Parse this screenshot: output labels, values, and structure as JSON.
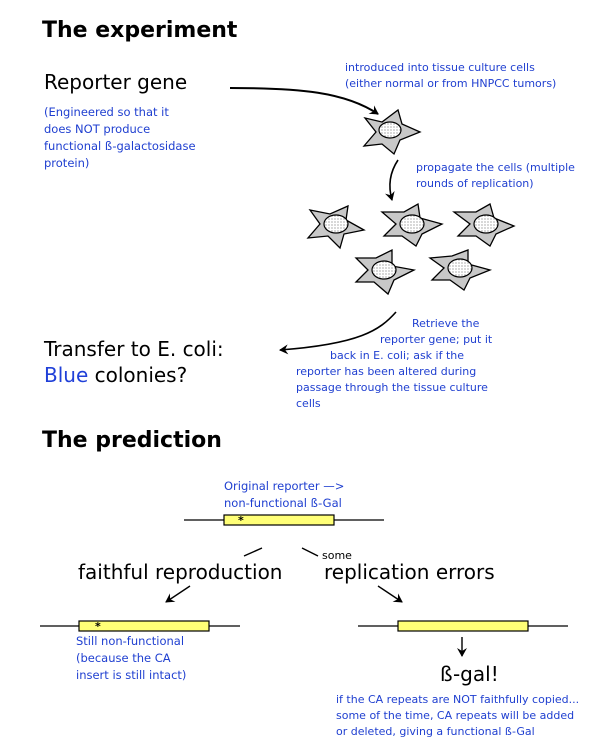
{
  "experiment": {
    "heading": "The experiment",
    "reporter_gene": "Reporter gene",
    "reporter_note": [
      "(Engineered so that it",
      "does NOT produce",
      "functional ß-galactosidase",
      "protein)"
    ],
    "introduced_note": [
      "introduced into tissue culture cells",
      "(either normal or from HNPCC tumors)"
    ],
    "propagate_note": [
      "propagate the cells (multiple",
      "rounds of replication)"
    ],
    "retrieve_note": [
      "Retrieve the",
      "reporter gene; put it",
      "back in E. coli; ask if the",
      "reporter has been altered during",
      "passage through the tissue culture",
      "cells"
    ],
    "transfer_line1": "Transfer to E. coli:",
    "transfer_blue_word": "Blue",
    "transfer_rest": " colonies?"
  },
  "prediction": {
    "heading": "The prediction",
    "original_note": [
      "Original reporter —>",
      "non-functional ß-Gal"
    ],
    "insert_mark": "*",
    "some_label": "some",
    "faithful_label": "faithful reproduction",
    "errors_label": "replication errors",
    "still_note": [
      "Still non-functional",
      "(because the CA",
      "insert is still intact)"
    ],
    "bgal_label": "ß-gal!",
    "bgal_note": [
      "if the CA repeats are NOT faithfully copied...",
      "some of the time, CA repeats will be added",
      "or deleted, giving a functional ß-Gal"
    ]
  },
  "colors": {
    "annotation_blue": "#1f3fd0",
    "gene_fill": "#ffff77",
    "cell_fill": "#c8c8c8"
  }
}
